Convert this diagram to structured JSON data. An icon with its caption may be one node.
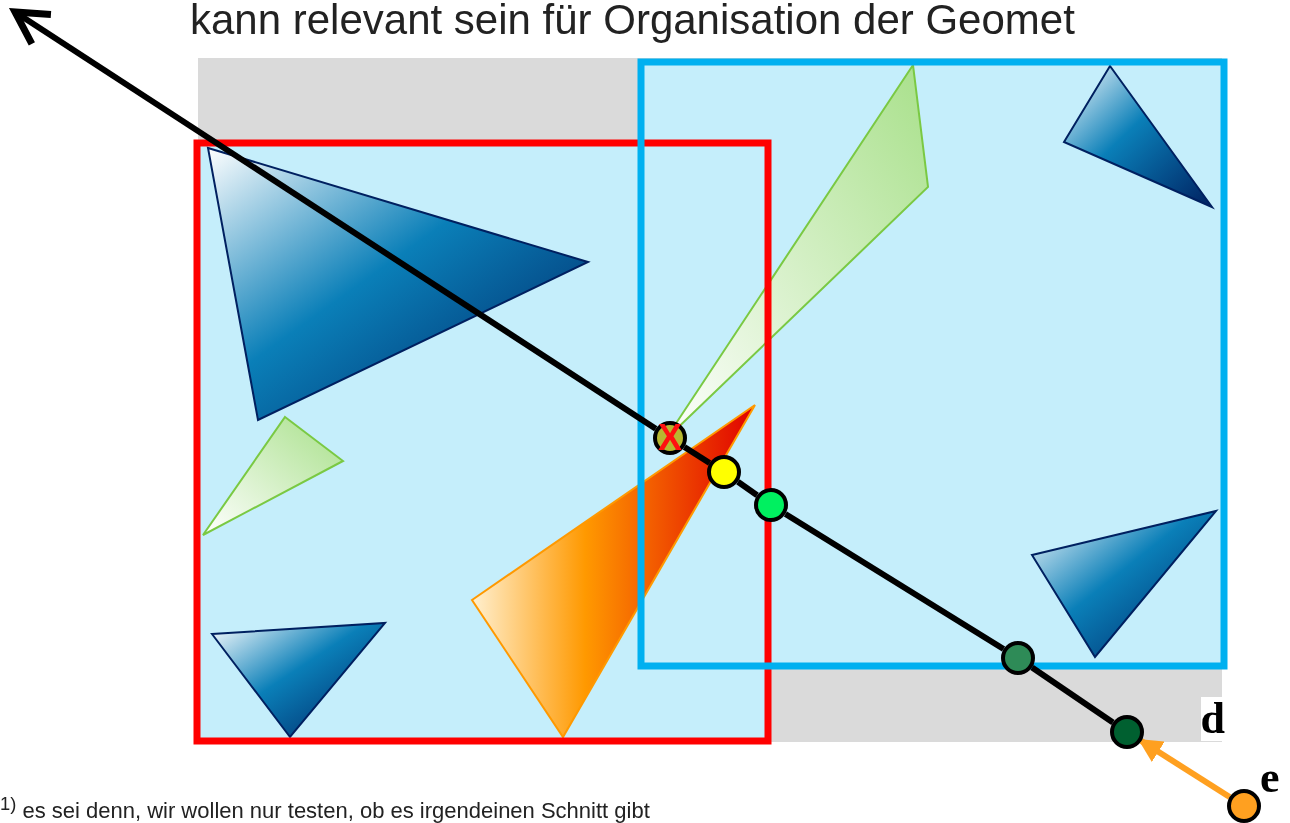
{
  "diagram": {
    "nodes": [
      {
        "text": [
          "X"
        ]
      },
      {
        "text": [],
        "shape": "circle"
      },
      {
        "text": [],
        "shape": "circle"
      },
      {
        "text": [],
        "shape": "circle"
      },
      {
        "text": [],
        "shape": "circle"
      },
      {
        "text": [],
        "shape": "circle",
        "beside": [
          "e"
        ]
      }
    ],
    "edges": [
      {
        "from": 4,
        "to": 3,
        "arrow": "none"
      },
      {
        "from": 3,
        "to": 2,
        "arrow": "none"
      },
      {
        "from": 2,
        "to": 1,
        "arrow": "none"
      },
      {
        "from": 1,
        "to": 0,
        "arrow": "none"
      },
      {
        "from": 0,
        "to": null,
        "arrow": "to"
      },
      {
        "from": 5,
        "to": 4,
        "arrow": "to",
        "label": "d",
        "color": "#ffa020"
      }
    ],
    "labels": [
      "kann relevant sein für Organisation der Geomet",
      "$^{1)}$ es sei denn, wir wollen nur testen, ob es irgendeinen Schnitt gibt"
    ]
  }
}
